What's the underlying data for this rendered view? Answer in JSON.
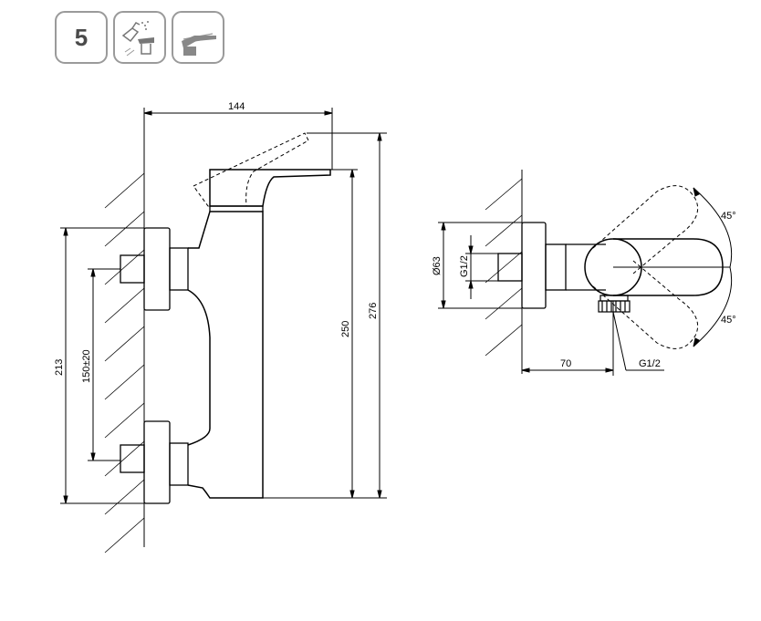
{
  "badges": {
    "number": "5",
    "icons": [
      "cleaning-spray-icon",
      "lever-mixer-icon"
    ]
  },
  "front_view": {
    "dim_width": "144",
    "dim_height_inner": "250",
    "dim_height_outer": "276",
    "dim_inlets_outer": "213",
    "dim_inlet_spacing": "150±20"
  },
  "side_view": {
    "dim_diameter": "Ø63",
    "dim_thread_inlet": "G1/2",
    "dim_depth": "70",
    "dim_thread_outlet": "G1/2",
    "angle_top": "45°",
    "angle_bottom": "45°"
  }
}
